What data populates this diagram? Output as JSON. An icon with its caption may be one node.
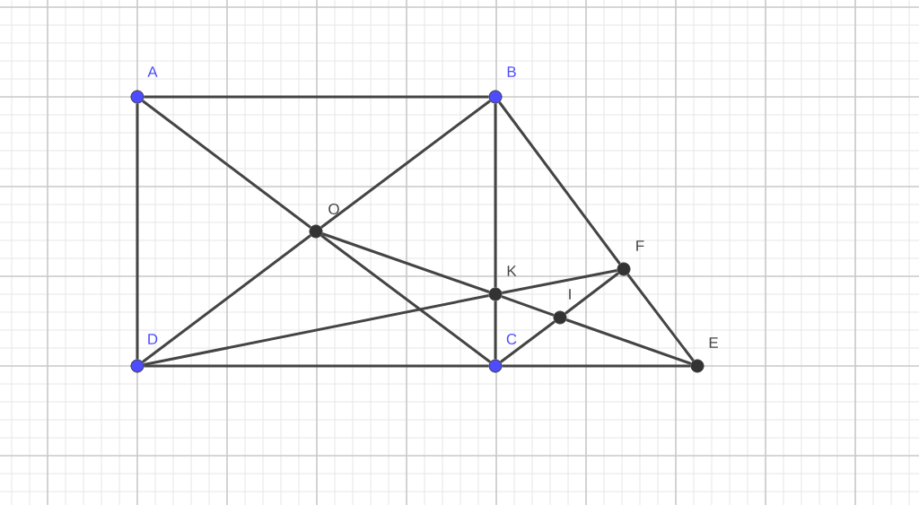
{
  "diagram": {
    "nodes": [
      {
        "text": [],
        "shape": "circle",
        "beside": [
          "A"
        ]
      },
      {
        "text": [],
        "shape": "circle",
        "beside": [
          "B"
        ]
      },
      {
        "text": [],
        "shape": "circle",
        "beside": [
          "O"
        ]
      },
      {
        "text": [],
        "shape": "circle",
        "beside": [
          "F"
        ]
      },
      {
        "text": [],
        "shape": "circle",
        "beside": [
          "K"
        ]
      },
      {
        "text": [],
        "shape": "circle",
        "beside": [
          "I"
        ]
      },
      {
        "text": [],
        "shape": "circle",
        "beside": [
          "D"
        ]
      },
      {
        "text": [],
        "shape": "circle",
        "beside": [
          "C"
        ]
      },
      {
        "text": [],
        "shape": "circle",
        "beside": [
          "E"
        ]
      }
    ],
    "edges": [
      {
        "from": 0,
        "to": 1,
        "arrow": "none"
      },
      {
        "from": 0,
        "to": 6,
        "arrow": "none"
      },
      {
        "from": 0,
        "to": 2,
        "arrow": "none"
      },
      {
        "from": 2,
        "to": 7,
        "arrow": "none"
      },
      {
        "from": 1,
        "to": 2,
        "arrow": "none"
      },
      {
        "from": 2,
        "to": 6,
        "arrow": "none"
      },
      {
        "from": 1,
        "to": 4,
        "arrow": "none"
      },
      {
        "from": 4,
        "to": 7,
        "arrow": "none"
      },
      {
        "from": 1,
        "to": 3,
        "arrow": "none"
      },
      {
        "from": 3,
        "to": 8,
        "arrow": "none"
      },
      {
        "from": 6,
        "to": 4,
        "arrow": "none"
      },
      {
        "from": 4,
        "to": 3,
        "arrow": "none"
      },
      {
        "from": 2,
        "to": 4,
        "arrow": "none"
      },
      {
        "from": 4,
        "to": 5,
        "arrow": "none"
      },
      {
        "from": 5,
        "to": 8,
        "arrow": "none"
      },
      {
        "from": 7,
        "to": 5,
        "arrow": "none"
      },
      {
        "from": 5,
        "to": 3,
        "arrow": "none"
      },
      {
        "from": 6,
        "to": 7,
        "arrow": "none"
      },
      {
        "from": 7,
        "to": 8,
        "arrow": "none"
      }
    ]
  }
}
